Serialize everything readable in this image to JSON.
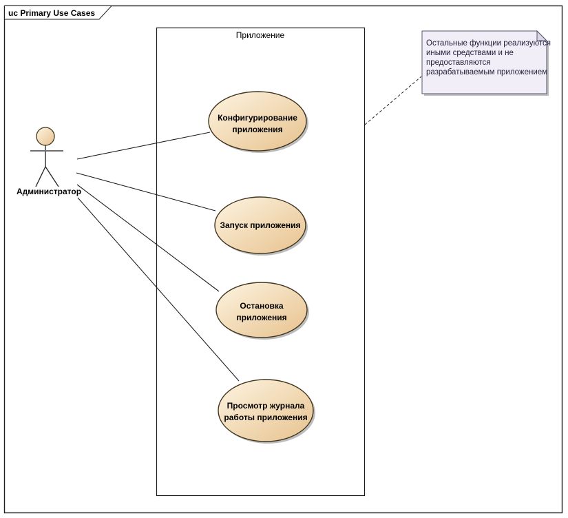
{
  "frame": {
    "label": "uc Primary Use Cases"
  },
  "system_boundary": {
    "label": "Приложение"
  },
  "actor": {
    "label": "Администратор"
  },
  "use_cases": [
    {
      "line1": "Конфигурирование",
      "line2": "приложения"
    },
    {
      "line1": "Запуск приложения"
    },
    {
      "line1": "Остановка",
      "line2": "приложения"
    },
    {
      "line1": "Просмотр журнала",
      "line2": "работы приложения"
    }
  ],
  "note": {
    "lines": [
      "Остальные функции реализуются",
      "иными средствами и не",
      "предоставляются",
      "разрабатываемым приложением"
    ]
  },
  "colors": {
    "ellipse_fill_start": "#fdf4e1",
    "ellipse_fill_end": "#e7c28e",
    "ellipse_border": "#40351f",
    "shadow": "#bdbdbd",
    "note_fill": "#f2eef7",
    "note_fold": "#dcd5e6",
    "note_border": "#55556e"
  }
}
